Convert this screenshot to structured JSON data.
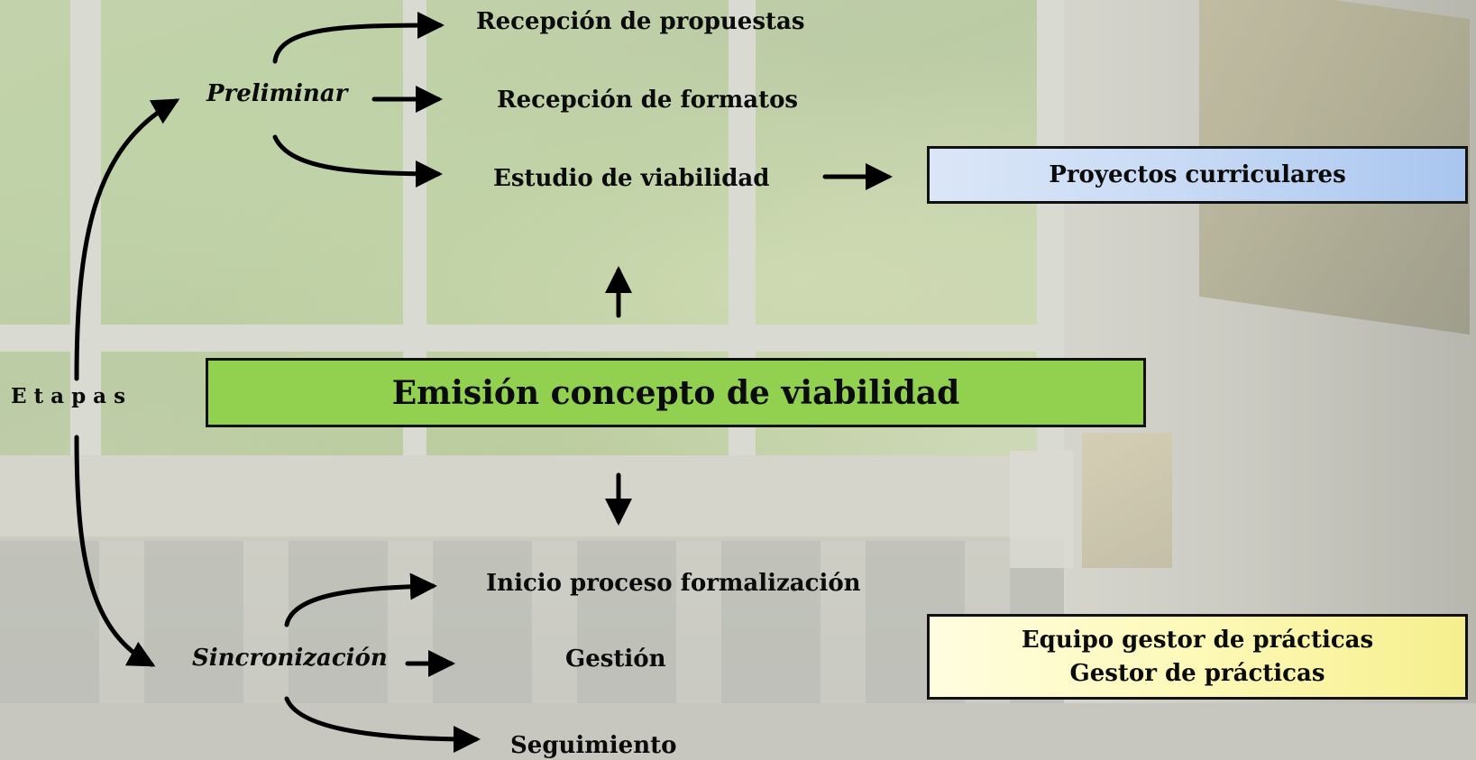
{
  "diagram": {
    "stages_label": "E t a p a s",
    "preliminar": {
      "label": "Preliminar",
      "steps": [
        "Recepción de propuestas",
        "Recepción de formatos",
        "Estudio de viabilidad"
      ]
    },
    "center_box": "Emisión concepto de viabilidad",
    "curricular_box": "Proyectos curriculares",
    "sincronizacion": {
      "label": "Sincronización",
      "steps": [
        "Inicio proceso formalización",
        "Gestión",
        "Seguimiento"
      ]
    },
    "team_box": {
      "line1": "Equipo gestor de prácticas",
      "line2": "Gestor de prácticas"
    }
  },
  "colors": {
    "center_box": "#92d050",
    "curricular_box": "#c9dbf5",
    "team_box": "#fdf9b8",
    "arrow": "#000000"
  }
}
